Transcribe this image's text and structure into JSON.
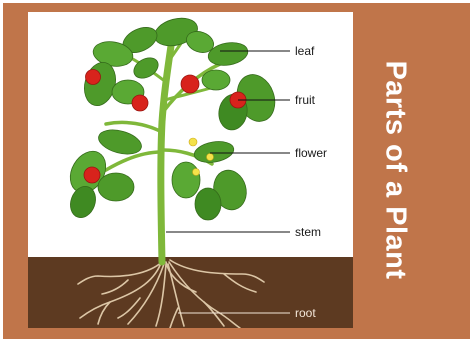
{
  "title": "Parts of a Plant",
  "labels": {
    "leaf": "leaf",
    "fruit": "fruit",
    "flower": "flower",
    "stem": "stem",
    "root": "root"
  },
  "colors": {
    "frame": "#c0754a",
    "soil": "#5d3a21",
    "leaf": "#4e9a2a",
    "stem": "#7fb83a",
    "fruit": "#d8231c",
    "flower": "#f4e24a",
    "root": "#d9c3a3"
  }
}
